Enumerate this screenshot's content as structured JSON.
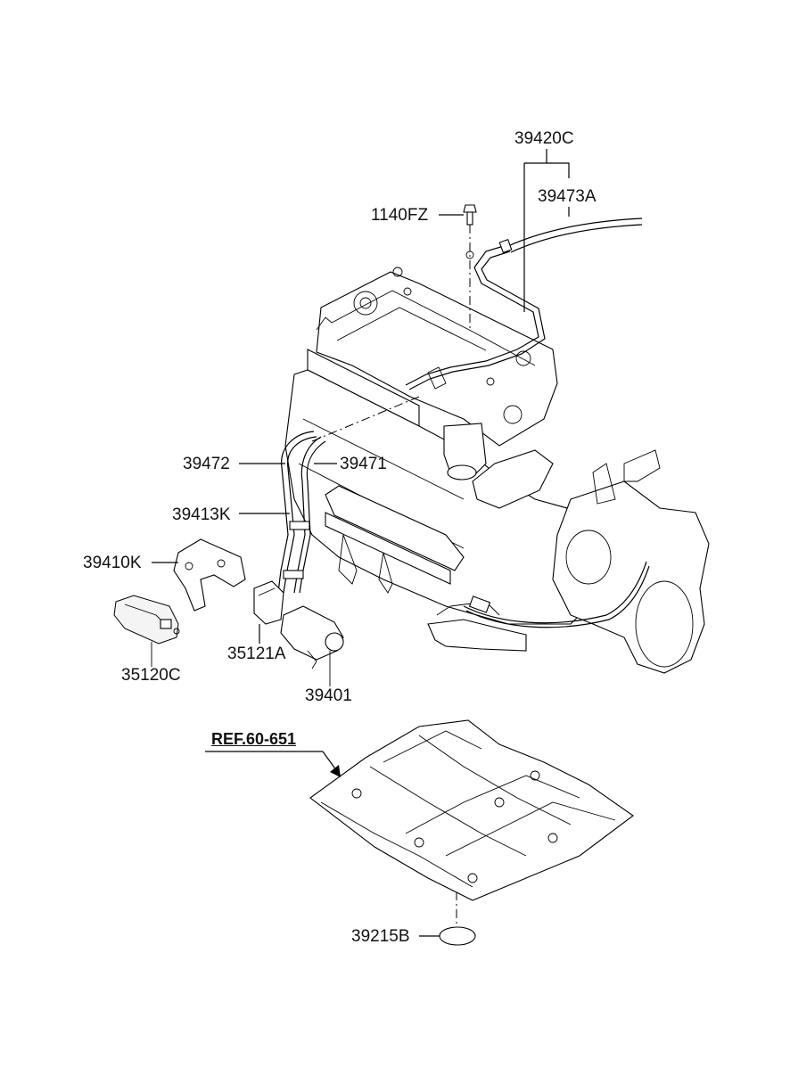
{
  "callouts": {
    "p39420C": "39420C",
    "p39473A": "39473A",
    "p1140FZ": "1140FZ",
    "p39472": "39472",
    "p39471": "39471",
    "p39413K": "39413K",
    "p39410K": "39410K",
    "p35121A": "35121A",
    "p35120C": "35120C",
    "p39401": "39401",
    "ref": "REF.60-651",
    "p39215B": "39215B"
  }
}
